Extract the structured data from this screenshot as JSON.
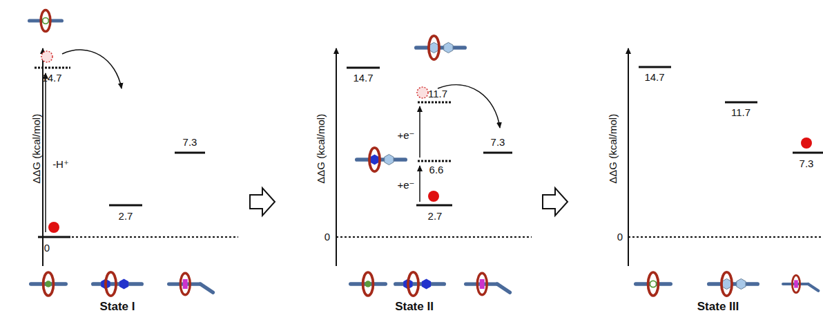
{
  "diagram": {
    "labels": [
      "ΔΔG (kcal/mol)",
      "14.7",
      "-H⁺",
      "2.7",
      "7.3",
      "0",
      "State I",
      "ΔΔG (kcal/mol)",
      "14.7",
      "11.7",
      "+e⁻",
      "+e⁻",
      "6.6",
      "7.3",
      "2.7",
      "0",
      "State II",
      "ΔΔG (kcal/mol)",
      "14.7",
      "11.7",
      "7.3",
      "0",
      "State III"
    ]
  }
}
